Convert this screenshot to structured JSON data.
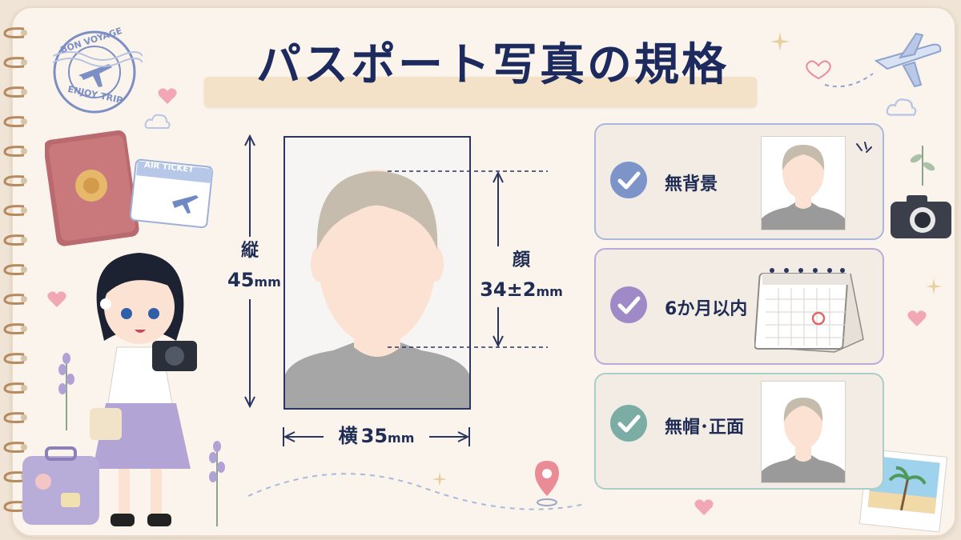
{
  "title": "パスポート写真の規格",
  "dimensions": {
    "height_label": "縦",
    "height_value": "45",
    "width_label": "横",
    "width_value": "35",
    "face_label": "顔",
    "face_value": "34±2",
    "unit": "mm"
  },
  "requirements": [
    {
      "label": "無背景",
      "color": "#7d94c9"
    },
    {
      "label": "6か月以内",
      "color": "#9f8ac7"
    },
    {
      "label": "無帽･正面",
      "color": "#7bada4"
    }
  ],
  "decorations": {
    "stamp_top": "BON VOYAGE",
    "stamp_bottom": "ENJOY TRIP",
    "ticket": "AIR TICKET"
  }
}
